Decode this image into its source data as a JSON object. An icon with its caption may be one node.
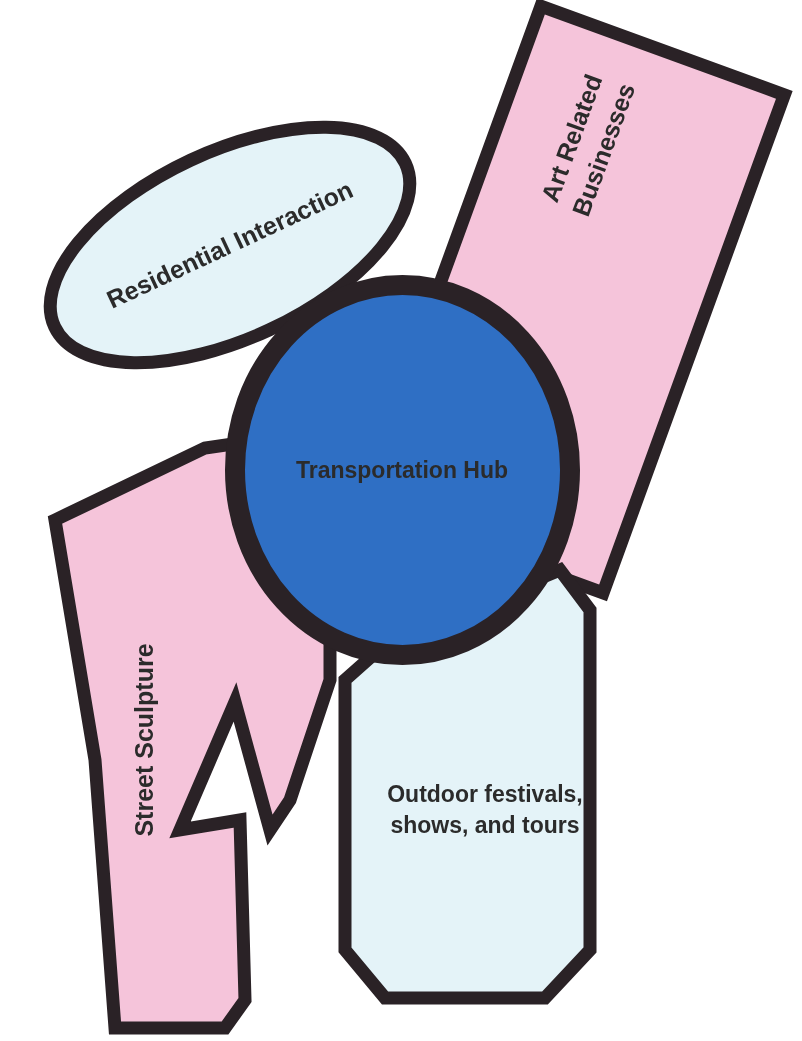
{
  "diagram": {
    "nodes": [
      {
        "text": [
          "Art Related Businesses"
        ]
      },
      {
        "text": [
          "Residential Interaction"
        ]
      },
      {
        "text": [
          "Transportation Hub"
        ]
      },
      {
        "text": [
          "Street Sculpture"
        ]
      },
      {
        "text": [
          "Outdoor festivals, shows, and tours"
        ]
      }
    ]
  }
}
